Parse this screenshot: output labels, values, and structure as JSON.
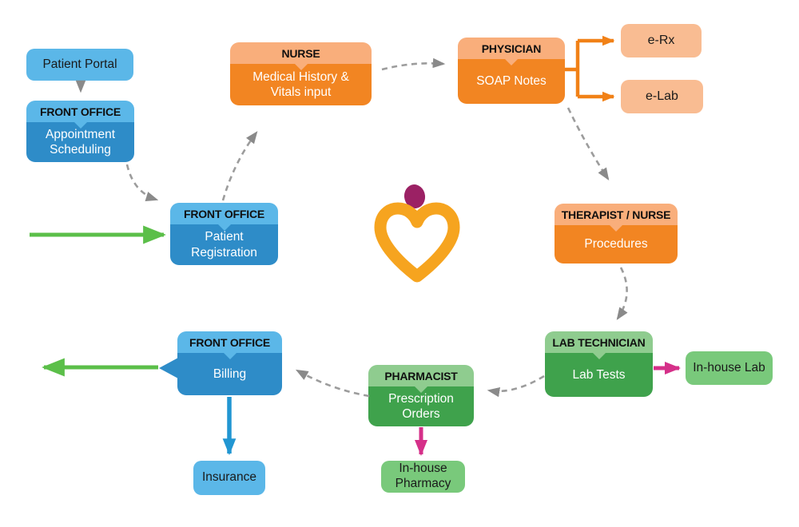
{
  "palette": {
    "background": "#FFFFFF",
    "blue_light": "#5BB7E8",
    "blue_dark": "#2E8CC8",
    "orange_header": "#F9AE7B",
    "orange_dark": "#F28522",
    "orange_pale": "#F9BC92",
    "green_header": "#8FCC8F",
    "green_dark": "#3FA24C",
    "green_pale": "#79C97B",
    "arrow_green": "#5BBF49",
    "arrow_blue": "#2196D2",
    "arrow_magenta": "#D53089",
    "arrow_orange": "#F18117",
    "dash_gray": "#9C9C9C",
    "head_gray": "#8A8A8A",
    "heart_orange": "#F6A41F",
    "logo_purple": "#9B2164",
    "text_dark": "#1A1A1A",
    "text_light": "#FFFFFF"
  },
  "nodes": {
    "patient_portal": {
      "label": "Patient Portal"
    },
    "front_office_scheduling": {
      "role": "FRONT OFFICE",
      "label": "Appointment Scheduling"
    },
    "nurse": {
      "role": "NURSE",
      "label": "Medical History & Vitals input"
    },
    "physician": {
      "role": "PHYSICIAN",
      "label": "SOAP Notes"
    },
    "e_rx": {
      "label": "e-Rx"
    },
    "e_lab": {
      "label": "e-Lab"
    },
    "front_office_registration": {
      "role": "FRONT OFFICE",
      "label": "Patient Registration"
    },
    "therapist_nurse": {
      "role": "THERAPIST / NURSE",
      "label": "Procedures"
    },
    "lab_technician": {
      "role": "LAB TECHNICIAN",
      "label": "Lab Tests"
    },
    "in_house_lab": {
      "label": "In-house Lab"
    },
    "pharmacist": {
      "role": "PHARMACIST",
      "label": "Prescription Orders"
    },
    "in_house_pharmacy": {
      "label": "In-house Pharmacy"
    },
    "front_office_billing": {
      "role": "FRONT OFFICE",
      "label": "Billing"
    },
    "insurance": {
      "label": "Insurance"
    }
  },
  "logo": {
    "name": "heart-person-logo"
  },
  "edges": [
    {
      "from": "patient_portal",
      "to": "front_office_scheduling",
      "style": "dashed-gray"
    },
    {
      "from": "front_office_scheduling",
      "to": "front_office_registration",
      "style": "dashed-gray"
    },
    {
      "from": "front_office_registration",
      "to": "nurse",
      "style": "dashed-gray"
    },
    {
      "from": "nurse",
      "to": "physician",
      "style": "dashed-gray"
    },
    {
      "from": "physician",
      "to": "e_rx",
      "style": "solid-orange"
    },
    {
      "from": "physician",
      "to": "e_lab",
      "style": "solid-orange"
    },
    {
      "from": "physician",
      "to": "therapist_nurse",
      "style": "dashed-gray"
    },
    {
      "from": "therapist_nurse",
      "to": "lab_technician",
      "style": "dashed-gray"
    },
    {
      "from": "lab_technician",
      "to": "in_house_lab",
      "style": "solid-magenta"
    },
    {
      "from": "lab_technician",
      "to": "pharmacist",
      "style": "dashed-gray"
    },
    {
      "from": "pharmacist",
      "to": "in_house_pharmacy",
      "style": "solid-magenta"
    },
    {
      "from": "pharmacist",
      "to": "front_office_billing",
      "style": "dashed-gray"
    },
    {
      "from": "front_office_billing",
      "to": "insurance",
      "style": "solid-blue"
    },
    {
      "from": "front_office_billing",
      "to": "outside-left",
      "style": "solid-green"
    },
    {
      "from": "outside-left",
      "to": "front_office_registration",
      "style": "solid-green"
    }
  ]
}
